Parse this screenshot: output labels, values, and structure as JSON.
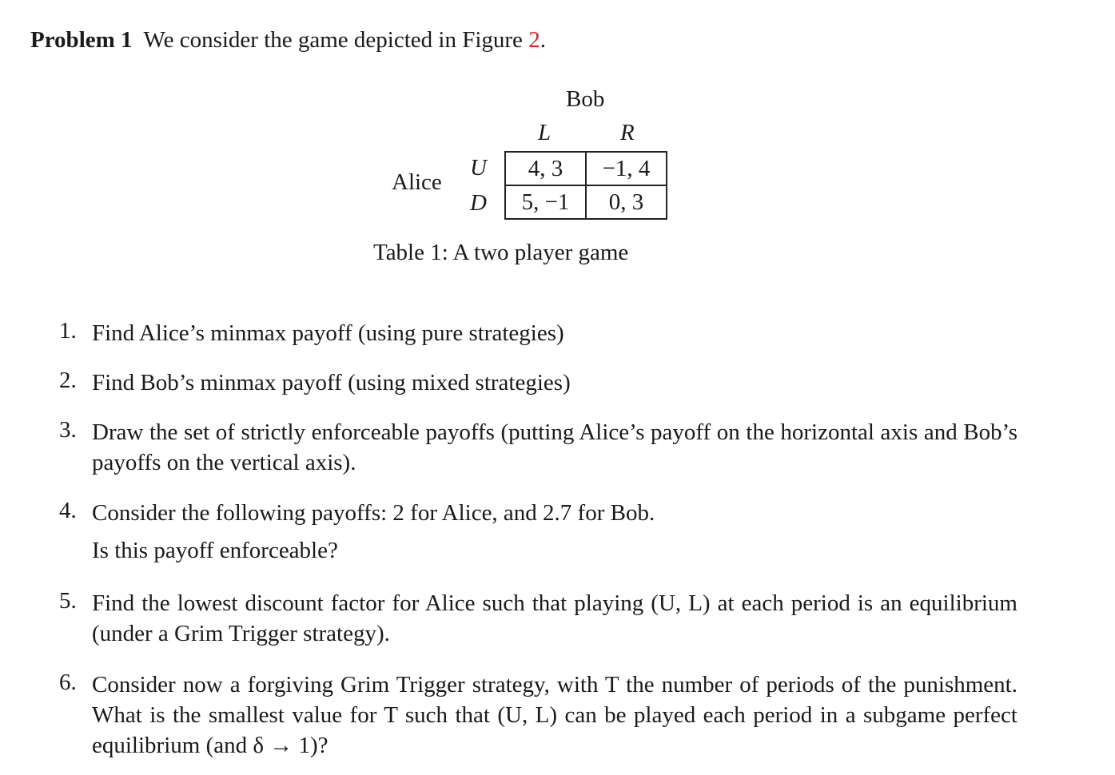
{
  "header": {
    "label": "Problem 1",
    "text": "We consider the game depicted in Figure ",
    "figure_ref": "2",
    "trailing": ".",
    "ref_color": "#e0202a"
  },
  "game": {
    "column_player": "Bob",
    "row_player": "Alice",
    "column_strategies": [
      "L",
      "R"
    ],
    "row_strategies": [
      "U",
      "D"
    ],
    "payoffs": [
      [
        "4, 3",
        "−1, 4"
      ],
      [
        "5, −1",
        "0, 3"
      ]
    ],
    "caption": "Table 1:  A two player game"
  },
  "questions": [
    {
      "number": "1.",
      "text": "Find Alice’s minmax payoff (using pure strategies)"
    },
    {
      "number": "2.",
      "text": "Find Bob’s minmax payoff (using mixed strategies)"
    },
    {
      "number": "3.",
      "text": "Draw the set of strictly enforceable payoffs (putting Alice’s payoff on the horizontal axis and Bob’s payoffs on the vertical axis)."
    },
    {
      "number": "4.",
      "text": "Consider the following payoffs: 2 for Alice, and 2.7 for Bob.",
      "subtext": "Is this payoff enforceable?"
    },
    {
      "number": "5.",
      "text": "Find the lowest discount factor for Alice such that playing (U, L) at each period is an equilibrium (under a Grim Trigger strategy)."
    },
    {
      "number": "6.",
      "text": "Consider now a forgiving Grim Trigger strategy, with T the number of periods of the punishment.  What is the smallest value for T such that (U, L) can be played each period in a subgame perfect equilibrium (and δ → 1)?"
    }
  ]
}
